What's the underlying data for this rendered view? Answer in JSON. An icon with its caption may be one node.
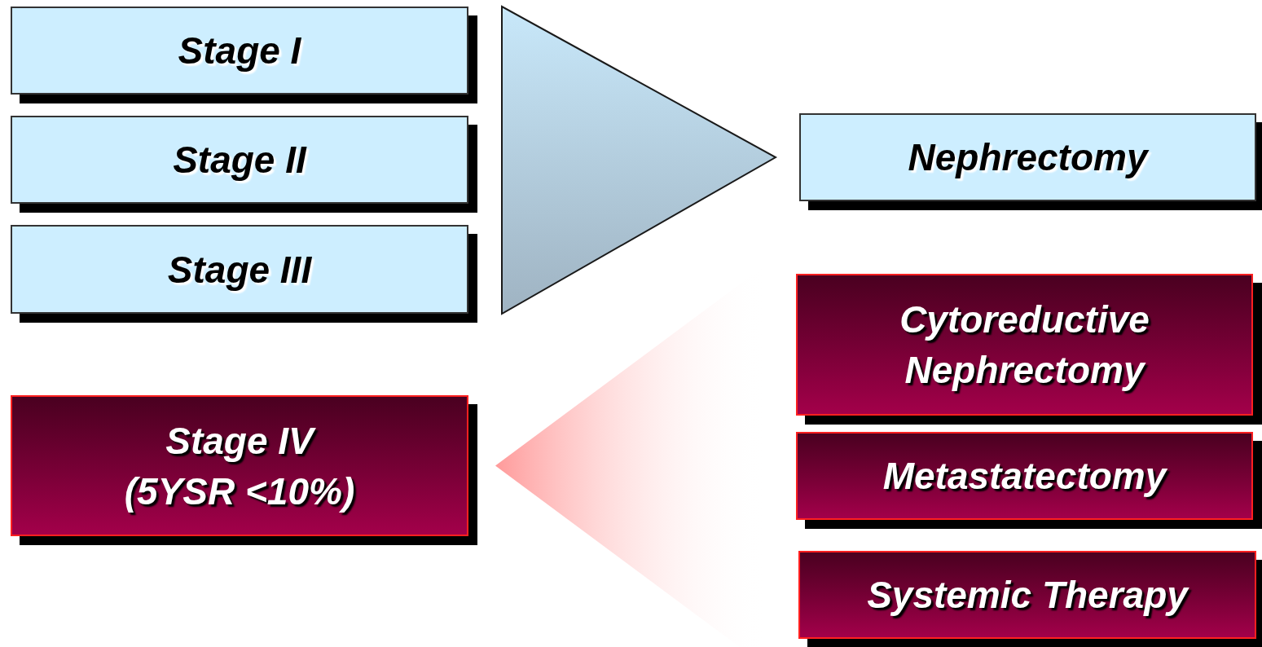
{
  "diagram": {
    "nodes": [
      {
        "text": [
          "Stage I"
        ]
      },
      {
        "text": [
          "Stage II"
        ]
      },
      {
        "text": [
          "Stage III"
        ]
      },
      {
        "text": [
          "Nephrectomy"
        ]
      },
      {
        "text": [
          "Stage IV",
          "(5YSR <10%)"
        ]
      },
      {
        "text": [
          "Cytoreductive Nephrectomy"
        ]
      },
      {
        "text": [
          "Metastatectomy"
        ]
      },
      {
        "text": [
          "Systemic Therapy"
        ]
      }
    ],
    "edges": [
      {
        "from": 0,
        "to": 3,
        "arrow": "to",
        "color": "#9fb3c2"
      },
      {
        "from": 1,
        "to": 3,
        "arrow": "to",
        "color": "#9fb3c2"
      },
      {
        "from": 2,
        "to": 3,
        "arrow": "to",
        "color": "#9fb3c2"
      },
      {
        "from": 5,
        "to": 4,
        "arrow": "to",
        "color": "#ff9a9a"
      },
      {
        "from": 6,
        "to": 4,
        "arrow": "to",
        "color": "#ff9a9a"
      },
      {
        "from": 7,
        "to": 4,
        "arrow": "to",
        "color": "#ff9a9a"
      }
    ]
  }
}
